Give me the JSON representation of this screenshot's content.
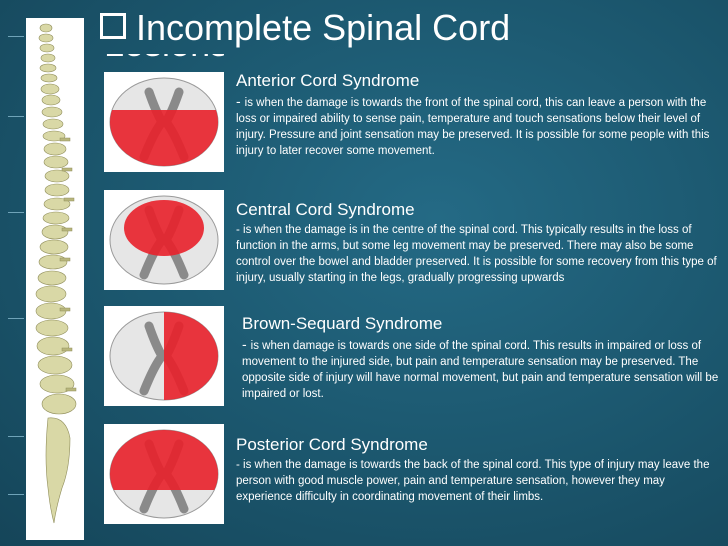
{
  "slide": {
    "title": "Incomplete  Spinal Cord",
    "title_overflow": "Lesions",
    "sections": [
      {
        "heading": "Anterior Cord Syndrome",
        "dash": "-",
        "text": "is when the damage is towards the front of the spinal cord, this can leave a person with the loss or impaired ability to sense pain, temperature and touch sensations below their level of injury. Pressure and joint sensation may be preserved. It is possible for some people with this injury to later recover some movement."
      },
      {
        "heading": "Central Cord Syndrome",
        "dash": "-",
        "text": "is when the damage is in the centre of the spinal cord. This typically results in the loss of function in the arms, but some leg movement may be preserved. There may also be some control over the bowel and bladder preserved. It is possible for some recovery from this type of injury, usually starting in the legs, gradually progressing upwards"
      },
      {
        "heading": "Brown-Sequard Syndrome",
        "dash": "-",
        "text": "is when damage is towards one side of the spinal cord. This results in impaired or loss of movement to the injured side, but pain and temperature sensation may be preserved. The opposite side of injury will have normal movement, but pain and temperature sensation will be impaired or lost."
      },
      {
        "heading": "Posterior Cord Syndrome",
        "dash": "-",
        "text": "is when the damage is towards the back of the spinal cord. This type of injury may leave the person with good muscle power, pain and temperature sensation, however they may experience difficulty in coordinating movement of their limbs."
      }
    ]
  },
  "colors": {
    "background": "#1d5b73",
    "damage_red": "#e8202a",
    "gray_matter": "#8a8a8a",
    "white_matter": "#e6e6e6",
    "text": "#ffffff"
  }
}
